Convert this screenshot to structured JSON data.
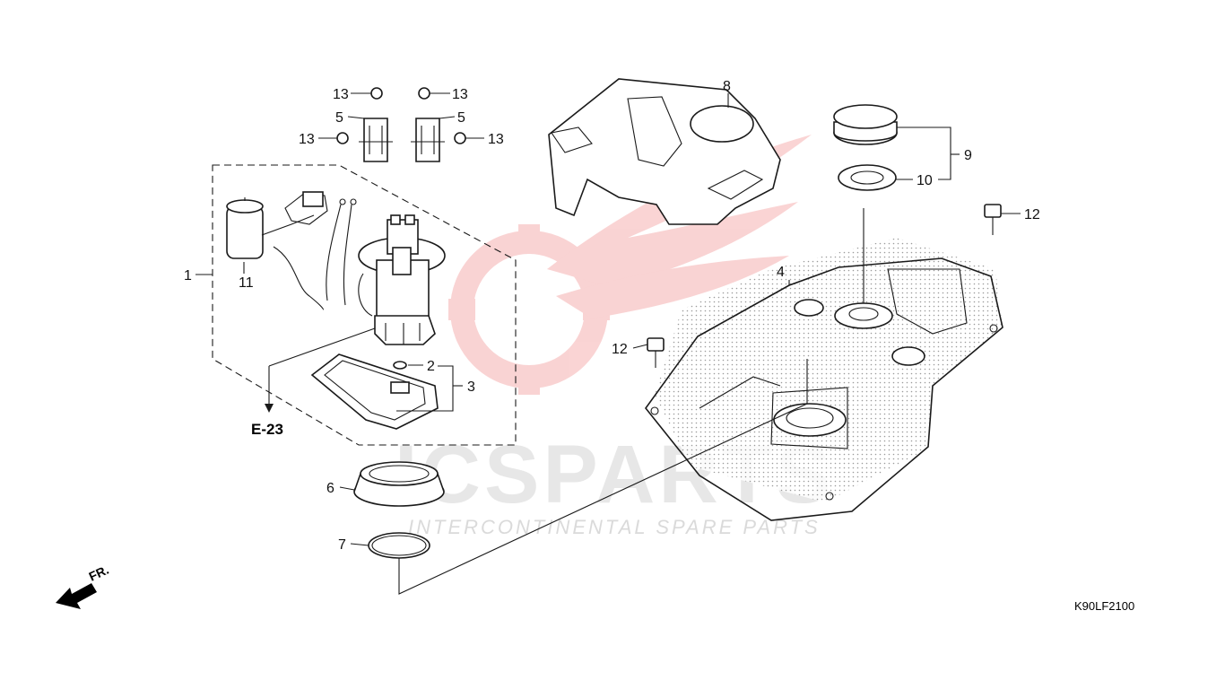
{
  "diagram": {
    "part_code": "K90LF2100",
    "cross_reference": "E-23",
    "front_indicator": "FR.",
    "watermark": {
      "brand": "ICSPARTS",
      "tagline": "INTERCONTINENTAL SPARE PARTS",
      "brand_color": "#e83a3a",
      "gray_color": "#bdbdbd"
    },
    "callouts": [
      {
        "id": "c1",
        "label": "1"
      },
      {
        "id": "c2",
        "label": "2"
      },
      {
        "id": "c3",
        "label": "3"
      },
      {
        "id": "c4",
        "label": "4"
      },
      {
        "id": "c5a",
        "label": "5"
      },
      {
        "id": "c5b",
        "label": "5"
      },
      {
        "id": "c6",
        "label": "6"
      },
      {
        "id": "c7",
        "label": "7"
      },
      {
        "id": "c8",
        "label": "8"
      },
      {
        "id": "c9",
        "label": "9"
      },
      {
        "id": "c10",
        "label": "10"
      },
      {
        "id": "c11",
        "label": "11"
      },
      {
        "id": "c12a",
        "label": "12"
      },
      {
        "id": "c12b",
        "label": "12"
      },
      {
        "id": "c13a",
        "label": "13"
      },
      {
        "id": "c13b",
        "label": "13"
      },
      {
        "id": "c13c",
        "label": "13"
      },
      {
        "id": "c13d",
        "label": "13"
      }
    ]
  }
}
